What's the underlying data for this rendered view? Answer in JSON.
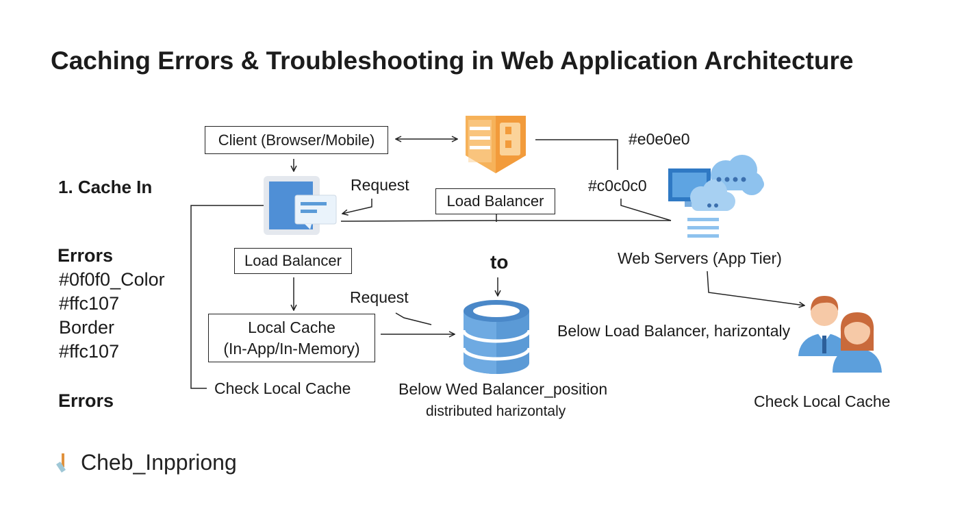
{
  "title": "Caching Errors & Troubleshooting in Web Application Architecture",
  "sidebar": {
    "cache_in": "1. Cache In",
    "errors_heading": "Errors",
    "notes": [
      "#0f0f0_Color",
      "#ffc107",
      "Border",
      "#ffc107"
    ],
    "errors_footer": "Errors"
  },
  "nodes": {
    "client": "Client (Browser/Mobile)",
    "load_balancer_top": "Load Balancer",
    "load_balancer_left": "Load Balancer",
    "local_cache_line1": "Local Cache",
    "local_cache_line2": "(In-App/In-Memory)",
    "web_servers": "Web Servers (App Tier)"
  },
  "labels": {
    "request_top": "Request",
    "request_mid": "Request",
    "to": "to",
    "color_e0": "#e0e0e0",
    "color_c0": "#c0c0c0",
    "check_local_cache_left": "Check Local Cache",
    "below_wed_balancer": "Below Wed Balancer_position",
    "distributed": "distributed harizontaly",
    "below_load_balancer": "Below Load Balancer, harizontaly",
    "check_local_cache_right": "Check Local Cache"
  },
  "footer": {
    "text": "Cheb_Inppriong"
  }
}
